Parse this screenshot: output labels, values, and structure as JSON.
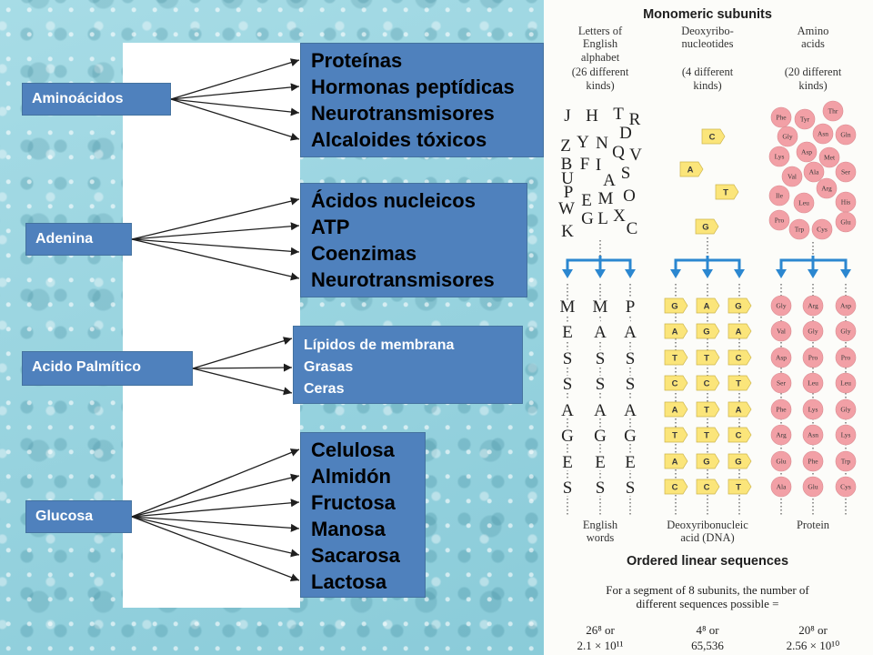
{
  "diagram": {
    "groups": [
      {
        "source": "Aminoácidos",
        "targets": [
          "Proteínas",
          "Hormonas peptídicas",
          "Neurotransmisores",
          "Alcaloides tóxicos"
        ]
      },
      {
        "source": "Adenina",
        "targets": [
          "Ácidos nucleicos",
          "ATP",
          "Coenzimas",
          "Neurotransmisores"
        ]
      },
      {
        "source": "Acido Palmítico",
        "targets": [
          "Lípidos de membrana",
          "Grasas",
          "Ceras"
        ]
      },
      {
        "source": "Glucosa",
        "targets": [
          "Celulosa",
          "Almidón",
          "Fructosa",
          "Manosa",
          "Sacarosa",
          "Lactosa"
        ]
      }
    ]
  },
  "figure": {
    "title": "Monomeric subunits",
    "columns": [
      {
        "header": [
          "Letters of",
          "English",
          "alphabet",
          "(26 different",
          "kinds)"
        ],
        "subunits": [
          "J",
          "H",
          "T",
          "R",
          "D",
          "Z",
          "Y",
          "N",
          "Q",
          "V",
          "B",
          "F",
          "I",
          "A",
          "S",
          "U",
          "P",
          "E",
          "M",
          "O",
          "W",
          "G",
          "L",
          "X",
          "C",
          "K"
        ],
        "sequences": [
          [
            "M",
            "E",
            "S",
            "S",
            "A",
            "G",
            "E",
            "S"
          ],
          [
            "M",
            "A",
            "S",
            "S",
            "A",
            "G",
            "E",
            "S"
          ],
          [
            "P",
            "A",
            "S",
            "S",
            "A",
            "G",
            "E",
            "S"
          ]
        ],
        "label": [
          "English",
          "words"
        ],
        "count": [
          "26⁸ or",
          "2.1 × 10¹¹"
        ]
      },
      {
        "header": [
          "Deoxyribo-",
          "nucleotides",
          "(4 different",
          "kinds)"
        ],
        "subunits": [
          "C",
          "A",
          "T",
          "G"
        ],
        "sequences": [
          [
            "G",
            "A",
            "T",
            "C",
            "A",
            "T",
            "A",
            "C"
          ],
          [
            "A",
            "G",
            "T",
            "C",
            "T",
            "T",
            "G",
            "C"
          ],
          [
            "G",
            "A",
            "C",
            "T",
            "A",
            "C",
            "G",
            "T"
          ]
        ],
        "label": [
          "Deoxyribonucleic",
          "acid (DNA)"
        ],
        "count": [
          "4⁸ or",
          "65,536"
        ]
      },
      {
        "header": [
          "Amino",
          "acids",
          "(20 different",
          "kinds)"
        ],
        "subunits": [
          "Phe",
          "Tyr",
          "Thr",
          "Gly",
          "Asn",
          "Gln",
          "Asp",
          "Lys",
          "Met",
          "Val",
          "Ala",
          "Ser",
          "Arg",
          "Ile",
          "Leu",
          "His",
          "Pro",
          "Trp",
          "Cys",
          "Glu"
        ],
        "sequences": [
          [
            "Gly",
            "Val",
            "Asp",
            "Ser",
            "Phe",
            "Arg",
            "Glu",
            "Ala"
          ],
          [
            "Arg",
            "Gly",
            "Pro",
            "Leu",
            "Lys",
            "Asn",
            "Phe",
            "Glu"
          ],
          [
            "Asp",
            "Gly",
            "Pro",
            "Leu",
            "Gly",
            "Lys",
            "Trp",
            "Cys"
          ]
        ],
        "label": [
          "Protein"
        ],
        "count": [
          "20⁸ or",
          "2.56 × 10¹⁰"
        ]
      }
    ],
    "footer_title": "Ordered linear sequences",
    "footer_text": [
      "For a segment of 8 subunits, the number of",
      "different sequences possible ="
    ]
  },
  "colors": {
    "background": "#8fd0dd",
    "box": "#4f81bd",
    "nucleotide": "#fbe57a",
    "amino_acid": "#f2a0a6",
    "arrow": "#2b87d0",
    "figure_background": "#fcfcf9"
  }
}
